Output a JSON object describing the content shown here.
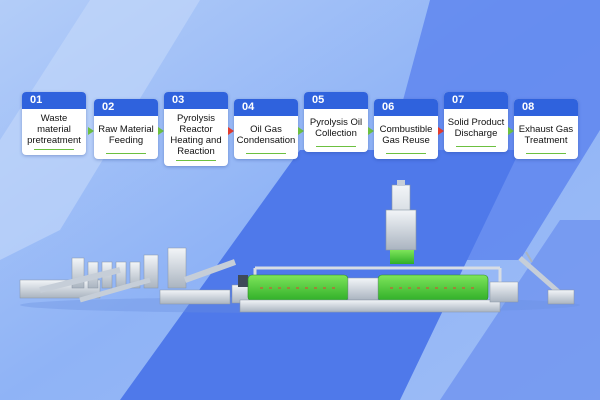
{
  "steps": [
    {
      "num": "01",
      "label": "Waste material pretreatment"
    },
    {
      "num": "02",
      "label": "Raw Material Feeding"
    },
    {
      "num": "03",
      "label": "Pyrolysis Reactor Heating and Reaction"
    },
    {
      "num": "04",
      "label": "Oil Gas Condensation"
    },
    {
      "num": "05",
      "label": "Pyrolysis Oil Collection"
    },
    {
      "num": "06",
      "label": "Combustible Gas Reuse"
    },
    {
      "num": "07",
      "label": "Solid Product Discharge"
    },
    {
      "num": "08",
      "label": "Exhaust Gas Treatment"
    }
  ],
  "arrows": [
    {
      "color": "#6cc040"
    },
    {
      "color": "#6cc040"
    },
    {
      "color": "#e23b2e"
    },
    {
      "color": "#6cc040"
    },
    {
      "color": "#6cc040"
    },
    {
      "color": "#e23b2e"
    },
    {
      "color": "#6cc040"
    }
  ],
  "colors": {
    "accent": "#2f62dd",
    "underline": "#6cc040",
    "reactor_green": "#4fd13a"
  }
}
